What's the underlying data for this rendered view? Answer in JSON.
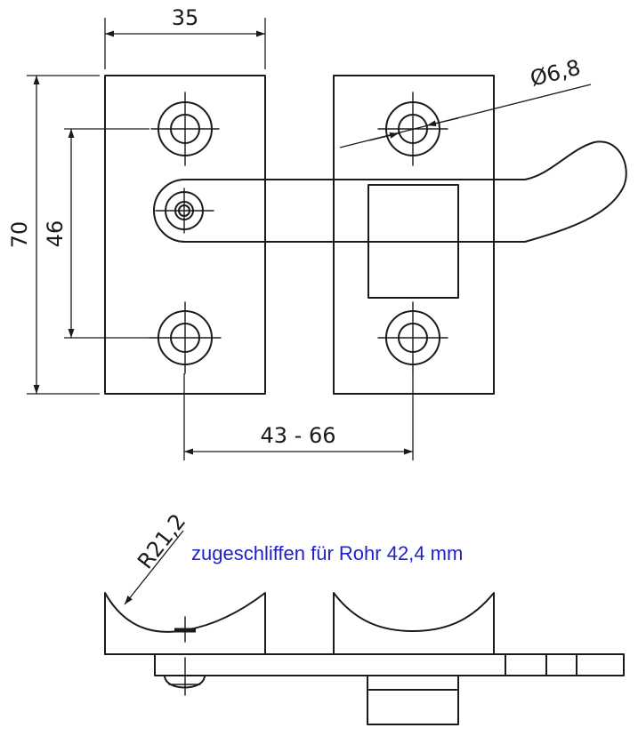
{
  "dimensions": {
    "width_top": "35",
    "height_total": "70",
    "hole_spacing": "46",
    "hole_diameter": "Ø6,8",
    "plate_distance": "43 - 66",
    "radius": "R21,2"
  },
  "note": {
    "text": "zugeschliffen für Rohr 42,4 mm",
    "color": "#1f1fcc"
  }
}
